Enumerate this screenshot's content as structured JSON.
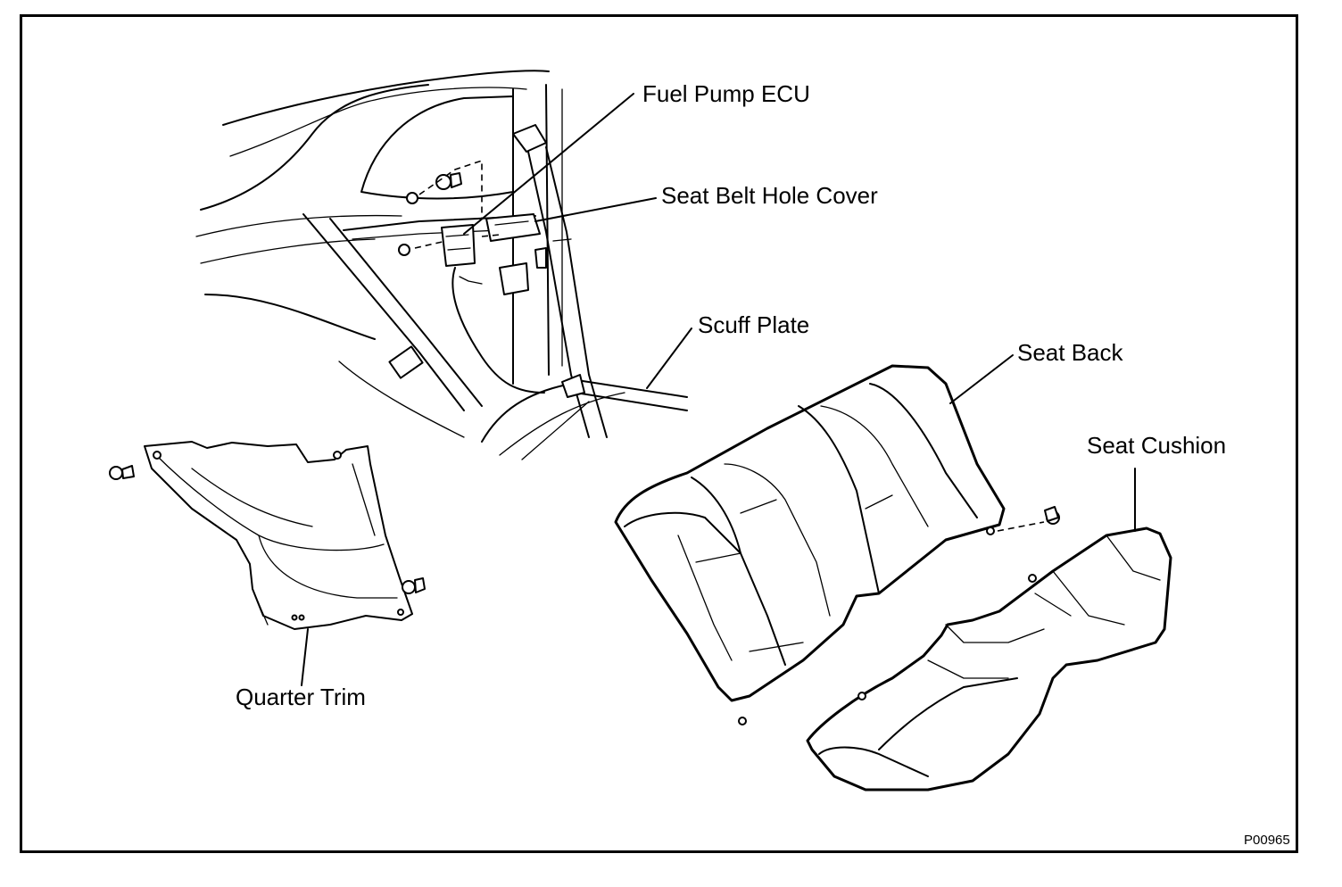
{
  "labels": {
    "fuel_pump_ecu": "Fuel Pump ECU",
    "seat_belt_hole_cover": "Seat Belt Hole Cover",
    "scuff_plate": "Scuff Plate",
    "seat_back": "Seat Back",
    "seat_cushion": "Seat Cushion",
    "quarter_trim": "Quarter Trim"
  },
  "figure_code": "P00965",
  "colors": {
    "ink": "#000000",
    "paper": "#ffffff"
  }
}
